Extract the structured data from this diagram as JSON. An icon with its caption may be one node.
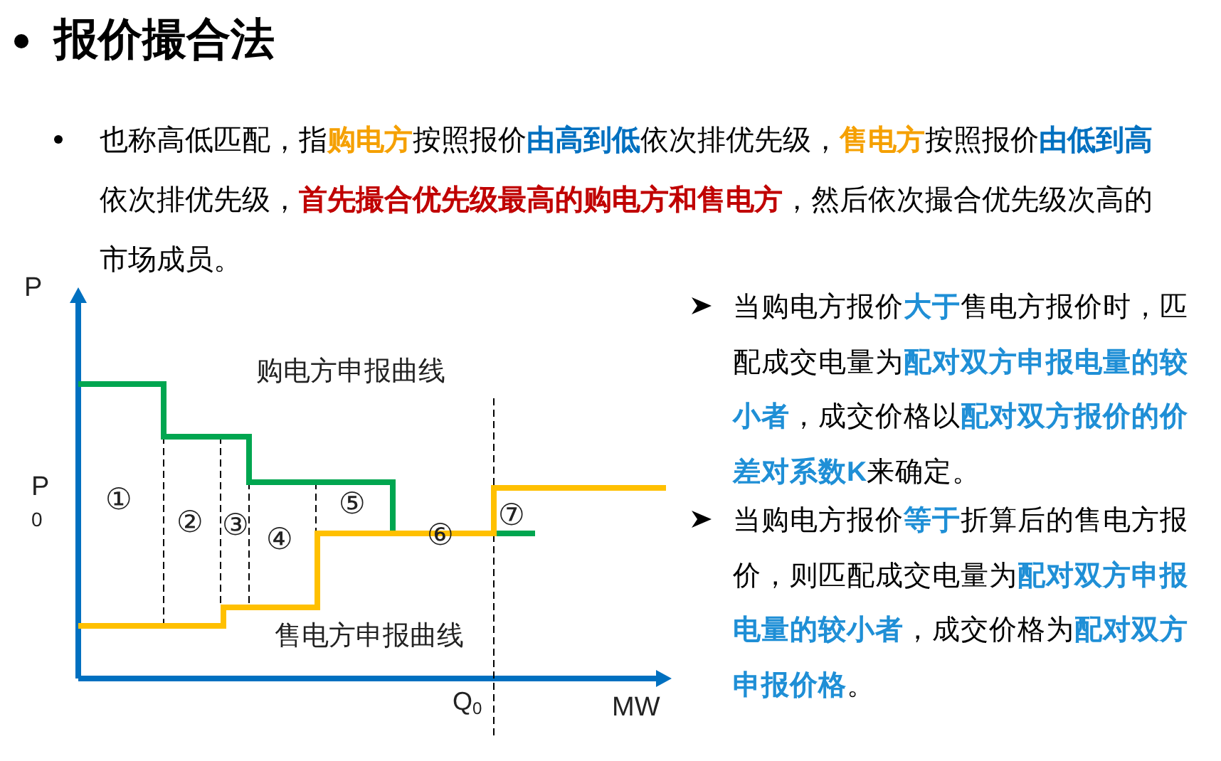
{
  "diagram": {
    "title": "报价撮合法",
    "labels": [
      "也称高低匹配，指**购电方**按照报价**由高到低**依次排优先级，**售电方**按照报价**由低到高**依次排优先级，**首先撮合优先级最高的购电方和售电方**，然后依次撮合优先级次高的市场成员。",
      "P",
      "购电方申报曲线",
      "①",
      "②",
      "③",
      "④",
      "⑤",
      "⑥",
      "⑦",
      "P$_{0}$",
      "售电方申报曲线",
      "Q$_{0}$",
      "MW",
      "当购电方报价**大于**售电方报价时，匹配成交电量为**配对双方申报电量的较小者**，成交价格以**配对双方报价的价差对系数K**来确定。",
      "当购电方报价**等于**折算后的售电方报价，则匹配成交电量为**配对双方申报电量的较小者**，成交价格为**配对双方申报价格**。"
    ]
  }
}
